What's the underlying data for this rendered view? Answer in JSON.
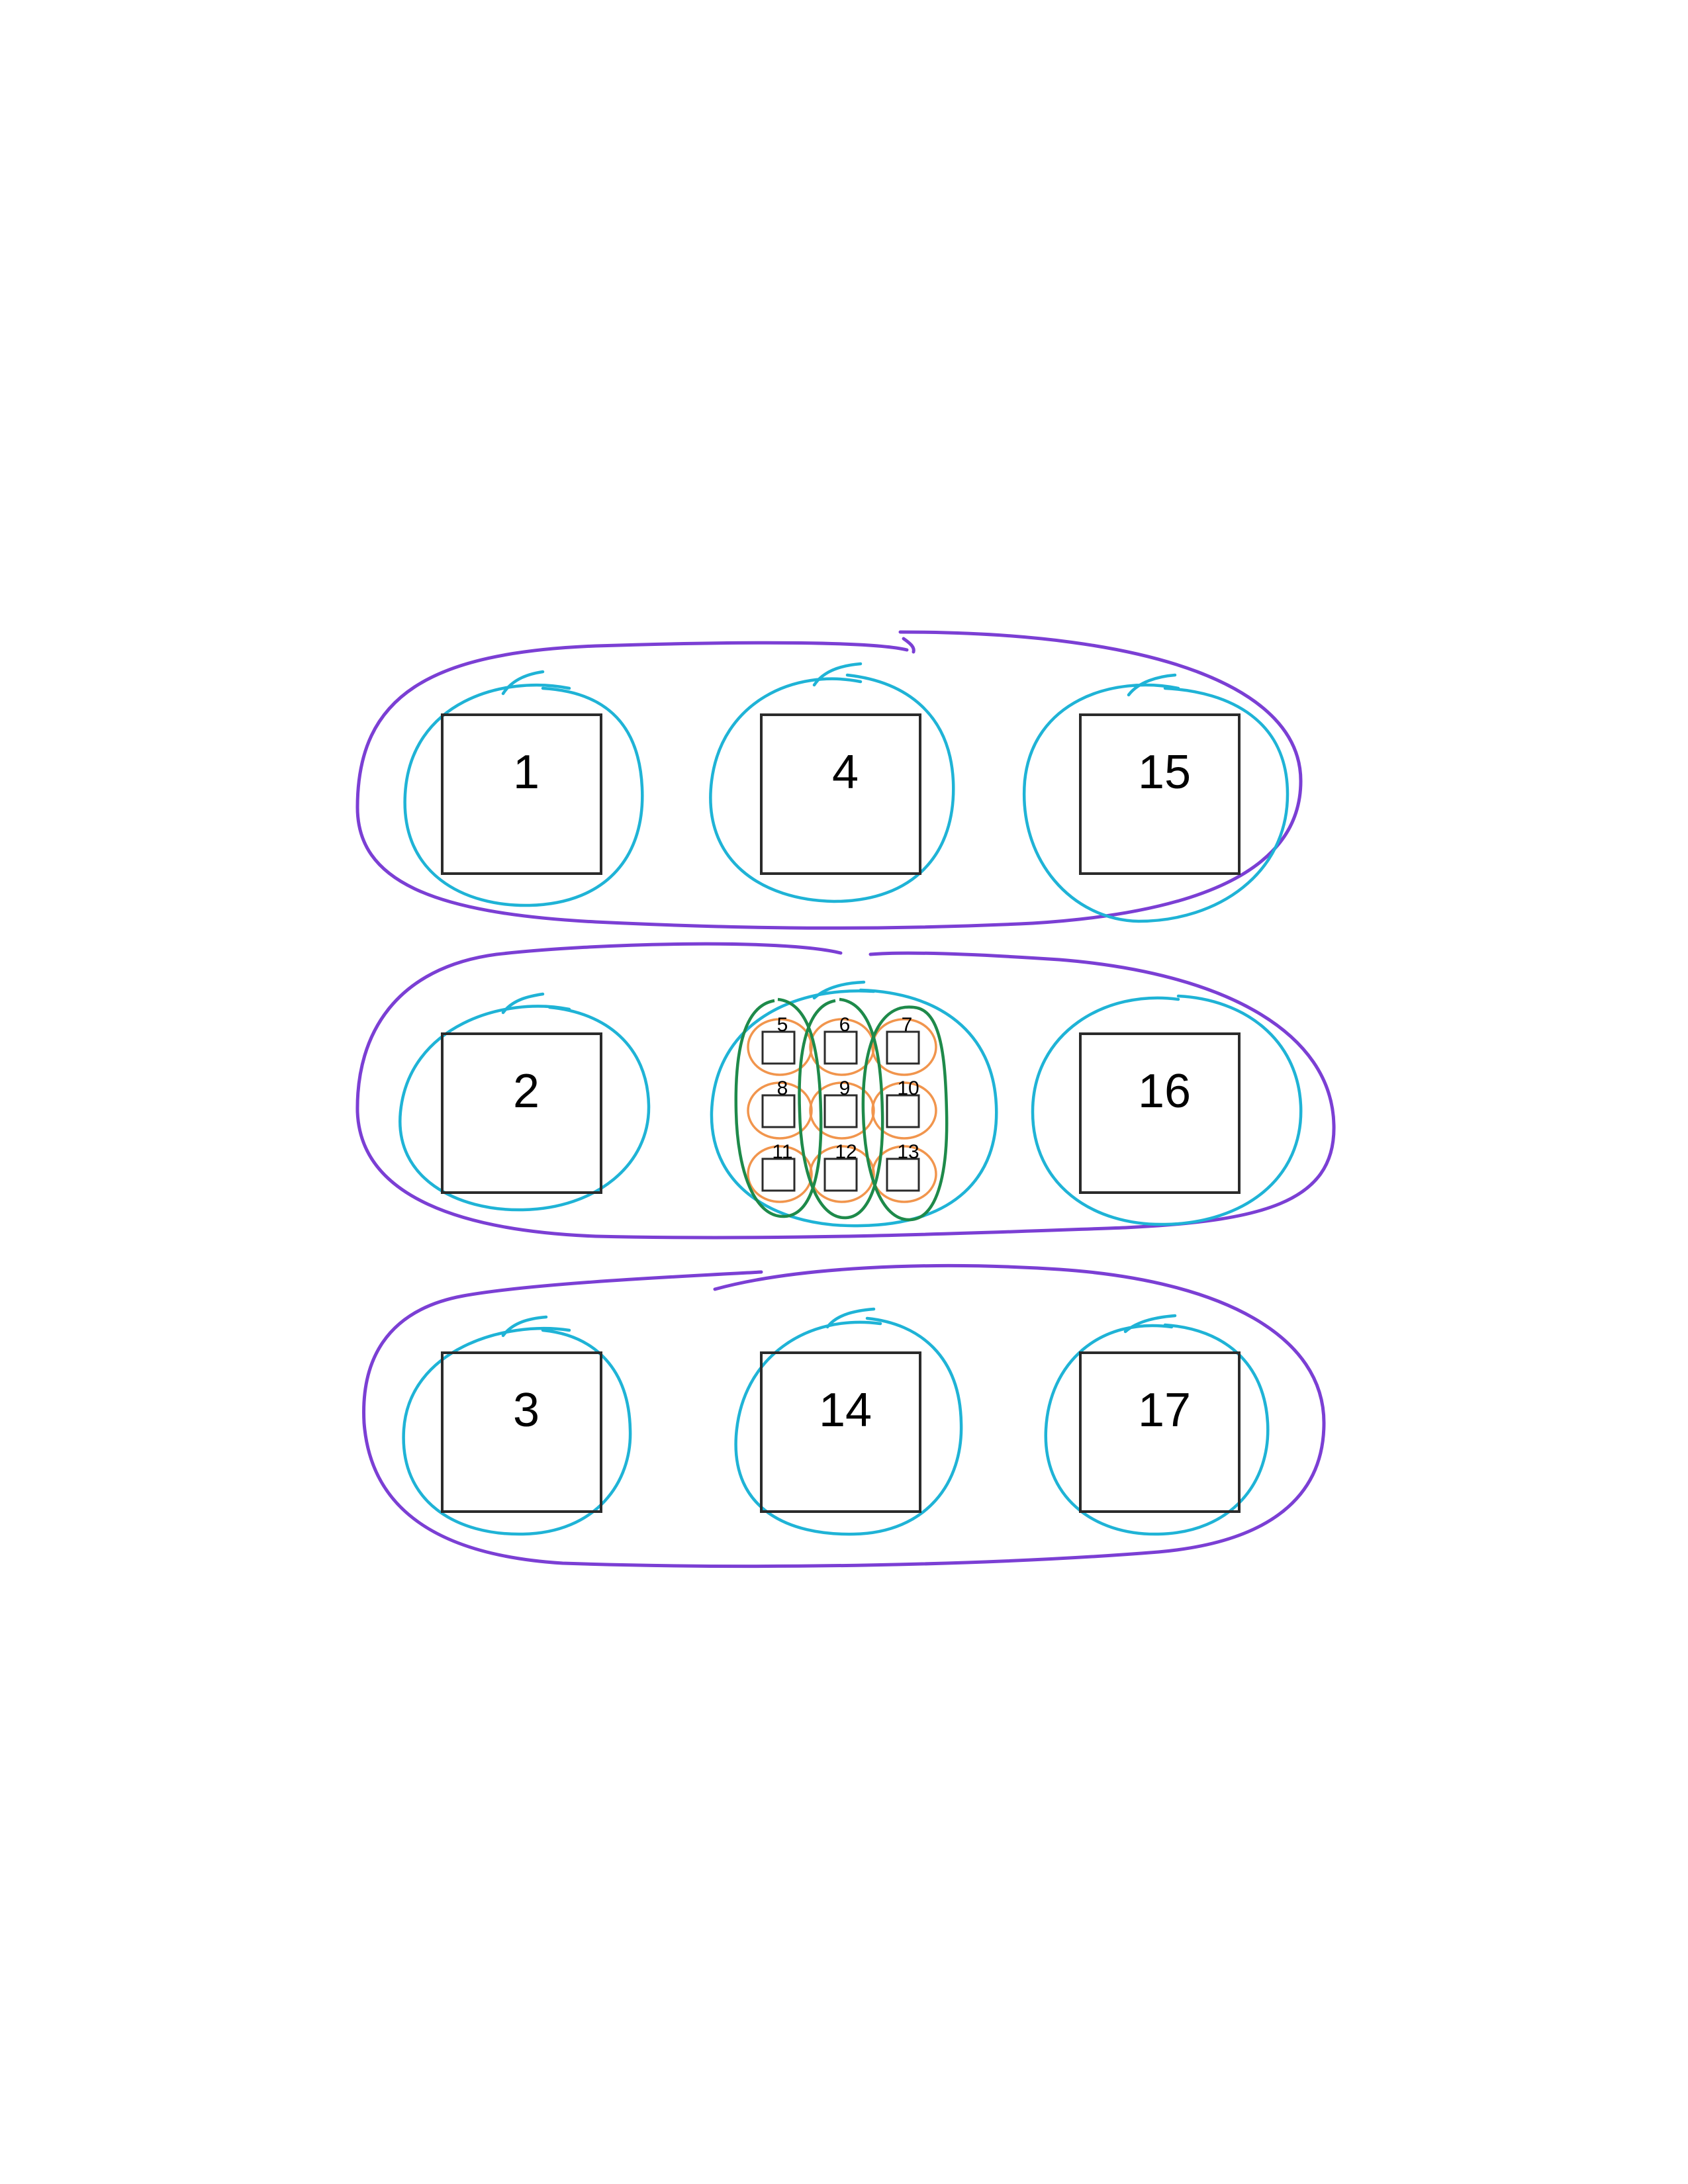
{
  "colors": {
    "page_background": "#ffffff",
    "box_stroke": "#2b2b2b",
    "outer_group": "#7b3fd4",
    "cell_circle": "#1fb3d6",
    "column_group": "#1e8a4a",
    "sub_circle": "#f08a3a"
  },
  "rows": [
    {
      "boxes": [
        "1",
        "4",
        "15"
      ]
    },
    {
      "boxes": [
        "2",
        "grid",
        "16"
      ]
    },
    {
      "boxes": [
        "3",
        "14",
        "17"
      ]
    }
  ],
  "grid": {
    "labels": [
      [
        "5",
        "6",
        "7"
      ],
      [
        "8",
        "9",
        "10"
      ],
      [
        "11",
        "12",
        "13"
      ]
    ]
  }
}
